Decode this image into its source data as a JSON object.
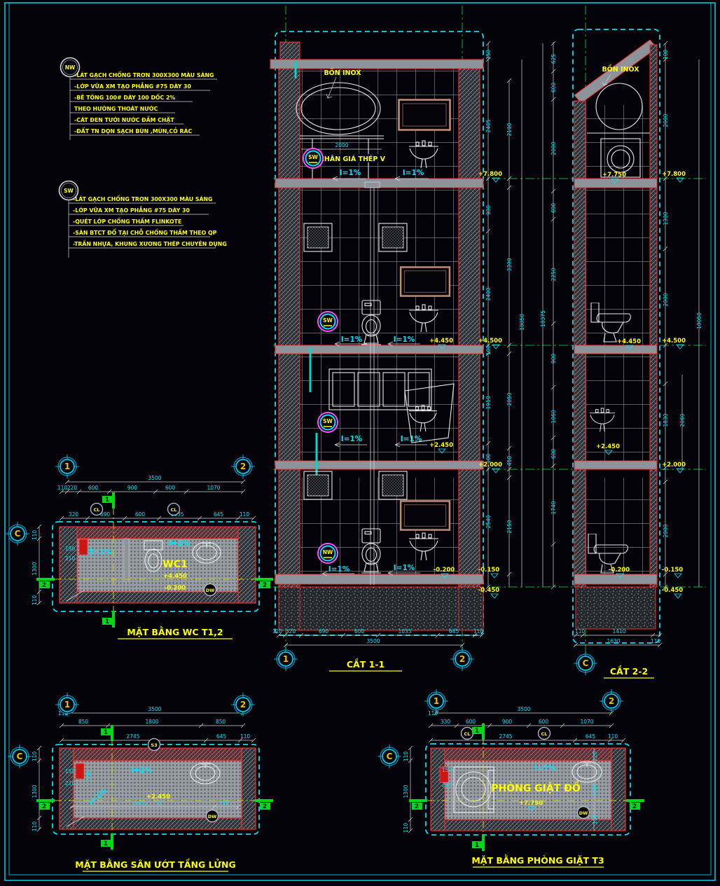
{
  "colors": {
    "background": "#030309",
    "cyan": "#00e5ff",
    "green": "#00c43a",
    "red": "#ff2a2a",
    "yellow": "#ffff00",
    "gray_slab": "#8d939b"
  },
  "notes": {
    "nw_tag": "NW",
    "nw": [
      "-LÁT GẠCH CHỐNG TRƠN 300X300 MÀU SÁNG",
      "-LỚP VỮA XM TẠO PHẲNG #75 DÀY 30",
      "-BÊ TÔNG 100# DÀY 100 DỐC 2%",
      " THEO HƯỚNG THOÁT NƯỚC",
      "-CÁT ĐEN TƯỚI NƯỚC ĐẦM CHẶT",
      "-ĐẤT TN DỌN SẠCH BÙN ,MÙN,CỎ RÁC"
    ],
    "sw_tag": "SW",
    "sw": [
      "-LÁT GẠCH CHỐNG TRƠN 300X300 MÀU SÁNG",
      "-LỚP VỮA XM TẠO PHẲNG #75 DÀY 30",
      "-QUÉT LỚP CHỐNG THẤM FLINKOTE",
      "-SÀN BTCT ĐỔ TẠI CHỖ CHỐNG THẤM THEO QP",
      "-TRẦN NHỰA, KHUNG XƯƠNG THÉP CHUYÊN DỤNG"
    ]
  },
  "labels": {
    "bon_inox": "BỒN INOX",
    "chan_gia": "CHÂN GIÁ THÉP V",
    "slope": "I=1%",
    "wc1": "WC1",
    "phong_giat": "PHÒNG GIẶT ĐỒ",
    "dw": "DW",
    "cl": "CL",
    "s3": "S3",
    "sw": "SW",
    "nw": "NW",
    "dim2000": "2000"
  },
  "levels": {
    "p7800": "+7.800",
    "p7750": "+7.750",
    "p4500": "+4.500",
    "p4450": "+4.450",
    "p2450": "+2.450",
    "p2000": "+2.000",
    "m0150": "-0.150",
    "m0200": "-0.200",
    "m0450": "-0.450"
  },
  "grid": {
    "g1": "1",
    "g2": "2",
    "gc": "C"
  },
  "markers": {
    "m1": "1",
    "m2": "2"
  },
  "titles": {
    "cat11": "CẮT 1-1",
    "cat22": "CẮT 2-2",
    "plan_wc": "MẶT BẰNG WC T1,2",
    "plan_san_uot": "MẶT BẰNG SÂN ƯỚT TẦNG LỬNG",
    "plan_giat": "MẶT BẰNG PHÒNG GIẶT T3"
  },
  "sec11": {
    "bottom": [
      "110",
      "320",
      "690",
      "600",
      "1035",
      "645",
      "110"
    ],
    "bottom_total": "3500",
    "storey": [
      "350",
      "2405",
      "900",
      "2400",
      "100",
      "1910",
      "100",
      "2540"
    ],
    "clear": [
      "2100",
      "3300",
      "2050",
      "450",
      "2150"
    ],
    "total": "10050"
  },
  "sec22": {
    "left": [
      "625",
      "600",
      "2000",
      "600",
      "2250",
      "900",
      "1060",
      "600",
      "1740"
    ],
    "left_total": "10375",
    "right": [
      "100",
      "2000",
      "1300",
      "2000",
      "1830",
      "2060",
      "2000"
    ],
    "right_total": "10050",
    "bottom": [
      "110",
      "1410"
    ],
    "bottom2": [
      "1630",
      "110"
    ]
  },
  "planwc": {
    "total": "3500",
    "row1": [
      "110",
      "220",
      "600",
      "900",
      "600",
      "1070"
    ],
    "row2": [
      "320",
      "690",
      "600",
      "1035",
      "645",
      "110"
    ],
    "left": [
      "110",
      "1300",
      "110"
    ],
    "door": [
      "150",
      "210",
      "360"
    ]
  },
  "plansu": {
    "pre": "110",
    "total": "3500",
    "row1": [
      "850",
      "1800",
      "850"
    ],
    "row2": [
      "2745",
      "645",
      "110"
    ],
    "left": [
      "110",
      "1300",
      "110"
    ],
    "door": [
      "150",
      "210",
      "360"
    ],
    "inner": [
      "2465",
      "750"
    ]
  },
  "plangt": {
    "pre": "110",
    "total": "3500",
    "row1": [
      "330",
      "600",
      "900",
      "600",
      "1070"
    ],
    "row2": [
      "2745",
      "645",
      "110"
    ],
    "left": [
      "110",
      "1300",
      "110"
    ],
    "right": [
      "220",
      "1300",
      "110"
    ],
    "door": [
      "150",
      "210"
    ]
  }
}
